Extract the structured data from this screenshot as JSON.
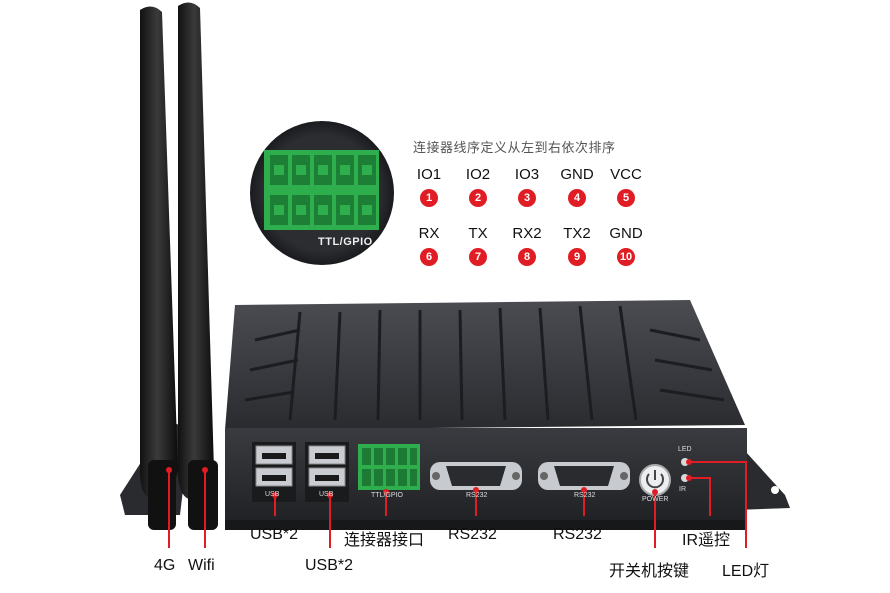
{
  "pin_panel": {
    "title": "连接器线序定义从左到右依次排序",
    "connector_label": "TTL/GPIO",
    "row1": [
      {
        "label": "IO1",
        "num": "1"
      },
      {
        "label": "IO2",
        "num": "2"
      },
      {
        "label": "IO3",
        "num": "3"
      },
      {
        "label": "GND",
        "num": "4"
      },
      {
        "label": "VCC",
        "num": "5"
      }
    ],
    "row2": [
      {
        "label": "RX",
        "num": "6"
      },
      {
        "label": "TX",
        "num": "7"
      },
      {
        "label": "RX2",
        "num": "8"
      },
      {
        "label": "TX2",
        "num": "9"
      },
      {
        "label": "GND",
        "num": "10"
      }
    ]
  },
  "device": {
    "port_usb_left": "USB",
    "port_usb_right": "USB",
    "port_ttl": "TTL/GPIO",
    "port_rs232_left": "RS232",
    "port_rs232_right": "RS232",
    "power_text": "POWER",
    "led_text": "LED",
    "ir_text": "IR"
  },
  "callouts": {
    "antenna_4g": "4G",
    "antenna_wifi": "Wifi",
    "usb_upper": "USB*2",
    "usb_lower": "USB*2",
    "connector_port": "连接器接口",
    "rs232_left": "RS232",
    "rs232_right": "RS232",
    "power_button": "开关机按键",
    "ir_remote": "IR遥控",
    "led_light": "LED灯"
  },
  "colors": {
    "accent_red": "#e01d24",
    "connector_green": "#2fae4e",
    "chassis_dark": "#2b2c30"
  }
}
